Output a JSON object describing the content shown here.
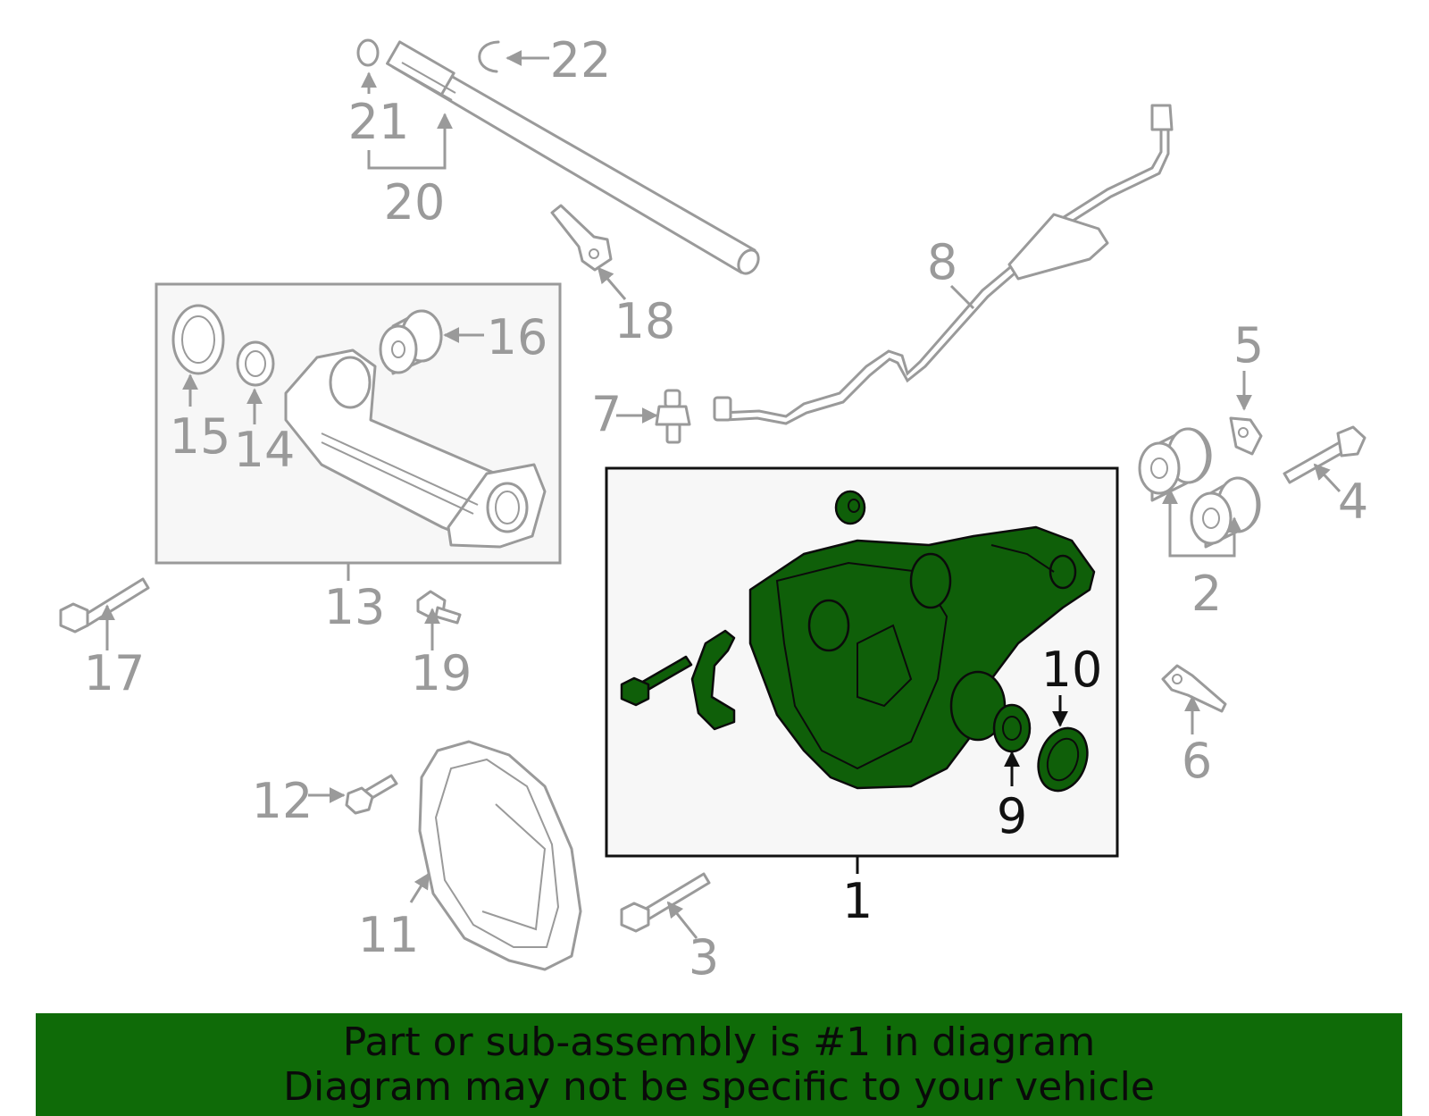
{
  "callouts": {
    "c1": "1",
    "c2": "2",
    "c3": "3",
    "c4": "4",
    "c5": "5",
    "c6": "6",
    "c7": "7",
    "c8": "8",
    "c9": "9",
    "c10": "10",
    "c11": "11",
    "c12": "12",
    "c13": "13",
    "c14": "14",
    "c15": "15",
    "c16": "16",
    "c17": "17",
    "c18": "18",
    "c19": "19",
    "c20": "20",
    "c21": "21",
    "c22": "22"
  },
  "highlight_color": "#0f5f09",
  "banner": {
    "line1": "Part or sub-assembly is #1 in diagram",
    "line2": "Diagram may not be specific to your vehicle",
    "background": "#0f6b08"
  }
}
